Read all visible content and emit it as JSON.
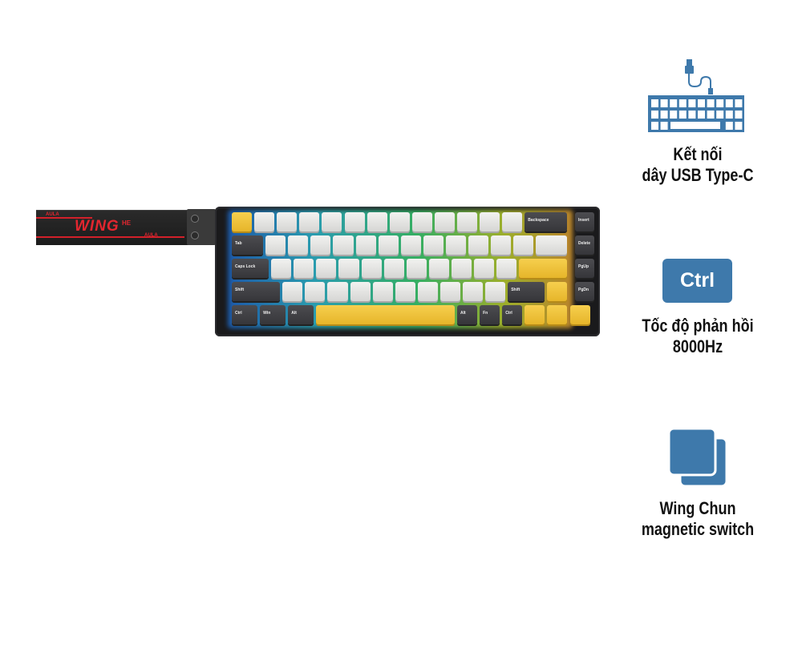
{
  "product": {
    "strip_brand": "WING",
    "strip_badge": "HE",
    "strip_logo": "AULA",
    "keys": {
      "backspace": "Backspace",
      "insert": "Insert",
      "tab": "Tab",
      "delete": "Delete",
      "caps": "Caps Lock",
      "pgup": "PgUp",
      "shift": "Shift",
      "pgdn": "PgDn",
      "ctrl": "Ctrl",
      "win": "Win",
      "alt": "Alt",
      "fn": "Fn"
    }
  },
  "features": [
    {
      "icon": "wired-keyboard-icon",
      "line1": "Kết nối",
      "line2": "dây USB Type-C"
    },
    {
      "icon": "ctrl-key-icon",
      "icon_label": "Ctrl",
      "line1": "Tốc độ phản hồi",
      "line2": "8000Hz"
    },
    {
      "icon": "switch-stack-icon",
      "line1": "Wing Chun",
      "line2": "magnetic switch"
    }
  ],
  "colors": {
    "accent": "#3e79ab",
    "keycap_yellow": "#f0c23c",
    "strip_red": "#e3262f"
  }
}
